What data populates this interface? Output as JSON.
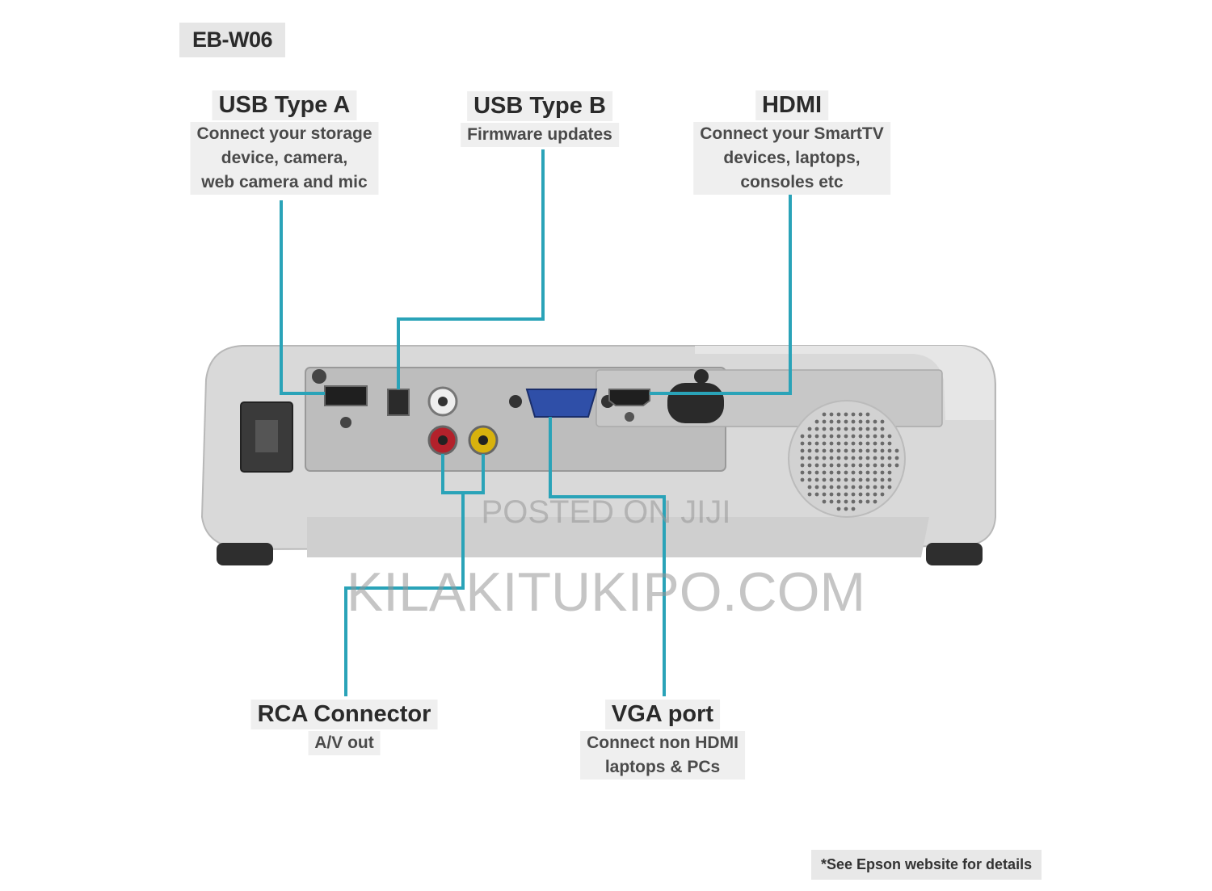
{
  "model": "EB-W06",
  "callouts": {
    "usb_a": {
      "title": "USB Type A",
      "lines": [
        "Connect your storage",
        "device, camera,",
        "web camera and mic"
      ]
    },
    "usb_b": {
      "title": "USB Type B",
      "lines": [
        "Firmware updates"
      ]
    },
    "hdmi": {
      "title": "HDMI",
      "lines": [
        "Connect your SmartTV",
        "devices, laptops,",
        "consoles etc"
      ]
    },
    "rca": {
      "title": "RCA Connector",
      "lines": [
        "A/V out"
      ]
    },
    "vga": {
      "title": "VGA port",
      "lines": [
        "Connect non HDMI",
        "laptops & PCs"
      ]
    }
  },
  "footnote": "*See Epson website for details",
  "watermarks": [
    "POSTED ON JIJI",
    "KILAKITUKIPO.COM"
  ],
  "colors": {
    "leader": "#2aa3b8",
    "body": "#d9d9d9",
    "panel": "#bdbdbd"
  }
}
